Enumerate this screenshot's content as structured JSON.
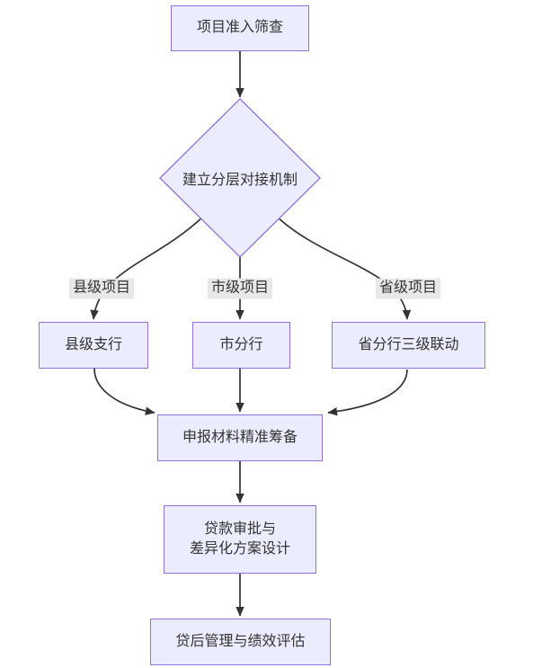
{
  "flowchart": {
    "nodes": {
      "screening": {
        "label": "项目准入筛查"
      },
      "decision": {
        "label": "建立分层对接机制"
      },
      "county_branch": {
        "label": "县级支行"
      },
      "city_branch": {
        "label": "市分行"
      },
      "provincial_branch": {
        "label": "省分行三级联动"
      },
      "materials": {
        "label": "申报材料精准筹备"
      },
      "approval": {
        "label": "贷款审批与\n差异化方案设计"
      },
      "post_loan": {
        "label": "贷后管理与绩效评估"
      }
    },
    "edge_labels": {
      "county": "县级项目",
      "city": "市级项目",
      "province": "省级项目"
    },
    "colors": {
      "node_fill": "#ECECFF",
      "node_border": "#9370DB",
      "edge_stroke": "#333333",
      "edge_label_bg": "#e8e8e8",
      "text": "#333333",
      "background": "#ffffff"
    }
  }
}
